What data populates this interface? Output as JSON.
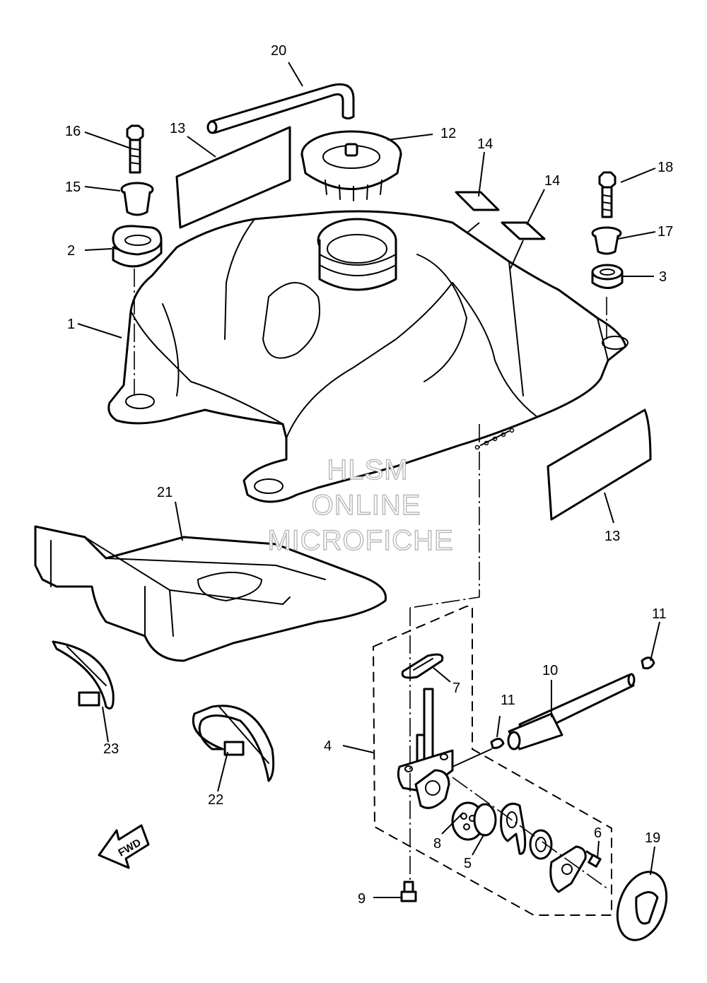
{
  "callouts": {
    "c1": "1",
    "c2": "2",
    "c3": "3",
    "c4": "4",
    "c5": "5",
    "c6": "6",
    "c7": "7",
    "c8": "8",
    "c9": "9",
    "c10": "10",
    "c11a": "11",
    "c11b": "11",
    "c12": "12",
    "c13a": "13",
    "c13b": "13",
    "c14a": "14",
    "c14b": "14",
    "c15": "15",
    "c16": "16",
    "c17": "17",
    "c18": "18",
    "c19": "19",
    "c20": "20",
    "c21": "21",
    "c22": "22",
    "c23": "23"
  },
  "watermark": {
    "line1": "HLSM",
    "line2": "ONLINE",
    "line3": "MICROFICHE"
  },
  "fwd_label": "FWD"
}
